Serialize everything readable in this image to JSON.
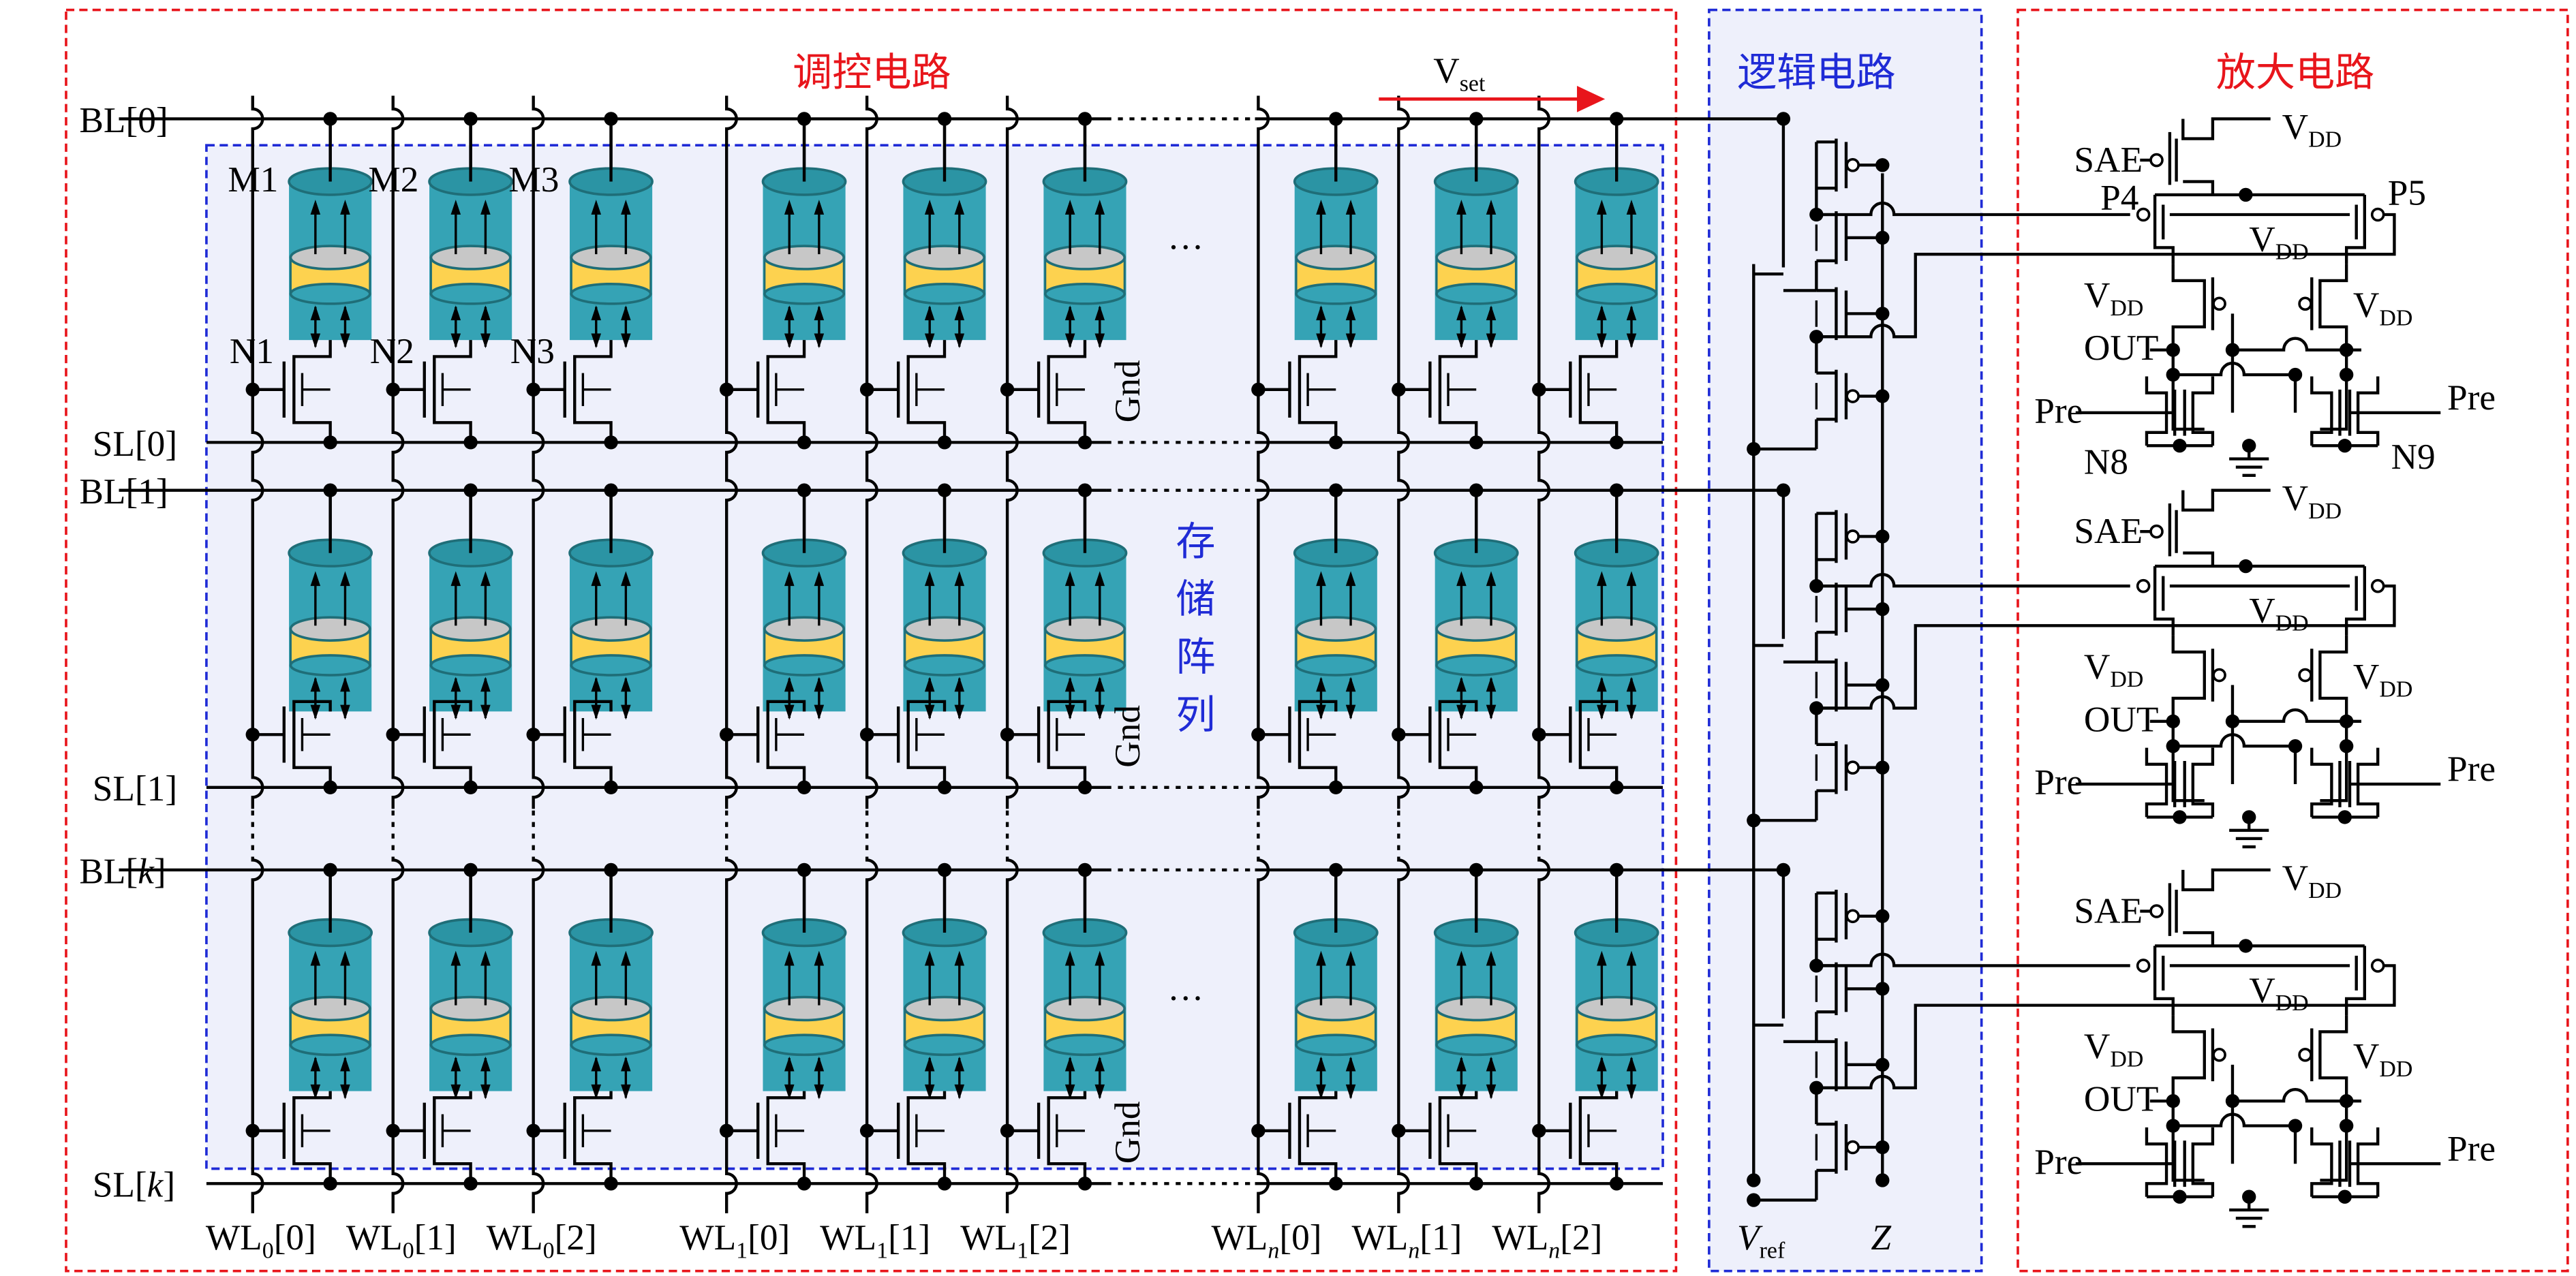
{
  "titles": {
    "control": "调控电路",
    "logic": "逻辑电路",
    "amplifier": "放大电路",
    "array": "存储阵列"
  },
  "colors": {
    "control_box": "#e8151b",
    "array_box": "#1f2bd6",
    "box_fill": "#eef0fb",
    "memristor_body": "#35a3b5",
    "memristor_top": "#2b94a4",
    "memristor_band": "#fdd24f",
    "memristor_disc": "#c7c7c7",
    "node_label": "#ff0000"
  },
  "rows": [
    {
      "bl": "BL[0]",
      "sl": "SL[0]"
    },
    {
      "bl": "BL[1]",
      "sl": "SL[1]"
    },
    {
      "bl_base": "BL[",
      "bl_var": "k",
      "bl_end": "]",
      "sl_base": "SL[",
      "sl_var": "k",
      "sl_end": "]"
    }
  ],
  "word_lines": [
    {
      "base": "WL",
      "sub": "0",
      "idx": "[0]"
    },
    {
      "base": "WL",
      "sub": "0",
      "idx": "[1]"
    },
    {
      "base": "WL",
      "sub": "0",
      "idx": "[2]"
    },
    {
      "base": "WL",
      "sub": "1",
      "idx": "[0]"
    },
    {
      "base": "WL",
      "sub": "1",
      "idx": "[1]"
    },
    {
      "base": "WL",
      "sub": "1",
      "idx": "[2]"
    },
    {
      "base": "WL",
      "sub": "n",
      "idx": "[0]"
    },
    {
      "base": "WL",
      "sub": "n",
      "idx": "[1]"
    },
    {
      "base": "WL",
      "sub": "n",
      "idx": "[2]"
    }
  ],
  "cell_labels": {
    "m": [
      "M1",
      "M2",
      "M3"
    ],
    "n": [
      "N1",
      "N2",
      "N3"
    ]
  },
  "gnd_label": "Gnd",
  "ellipsis": "···",
  "vset": {
    "base": "V",
    "sub": "set"
  },
  "logic": {
    "vref_base": "V",
    "vref_sub": "ref",
    "z": "Z"
  },
  "amp": {
    "sae": "SAE",
    "vdd_base": "V",
    "vdd_sub": "DD",
    "out": "OUT",
    "pre": "Pre",
    "p4": "P4",
    "p5": "P5",
    "n8": "N8",
    "n9": "N9"
  }
}
